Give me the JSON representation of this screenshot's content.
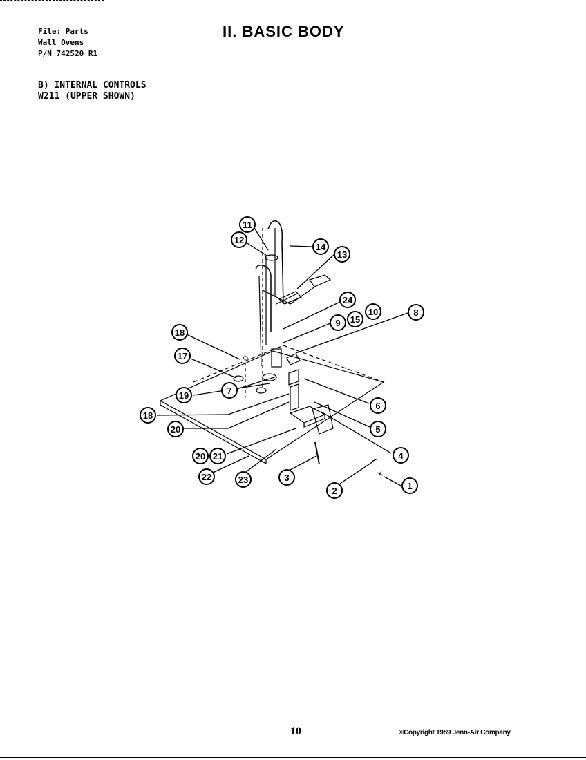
{
  "header": {
    "file_line": "File: Parts",
    "product_line": "Wall Ovens",
    "part_number_line": "P/N 742520 R1"
  },
  "title": "II. BASIC BODY",
  "section": {
    "line1": "B) INTERNAL CONTROLS",
    "line2": "W211 (UPPER SHOWN)"
  },
  "callouts": {
    "c11": "11",
    "c12": "12",
    "c14": "14",
    "c13": "13",
    "c24": "24",
    "c9": "9",
    "c15": "15",
    "c10": "10",
    "c8": "8",
    "c18a": "18",
    "c17": "17",
    "c19": "19",
    "c7": "7",
    "c18b": "18",
    "c6": "6",
    "c20a": "20",
    "c5": "5",
    "c4": "4",
    "c20b": "20",
    "c21": "21",
    "c22": "22",
    "c23": "23",
    "c3": "3",
    "c2": "2",
    "c1": "1"
  },
  "footer": {
    "page_number": "10",
    "copyright": "©Copyright 1989 Jenn-Air Company"
  }
}
